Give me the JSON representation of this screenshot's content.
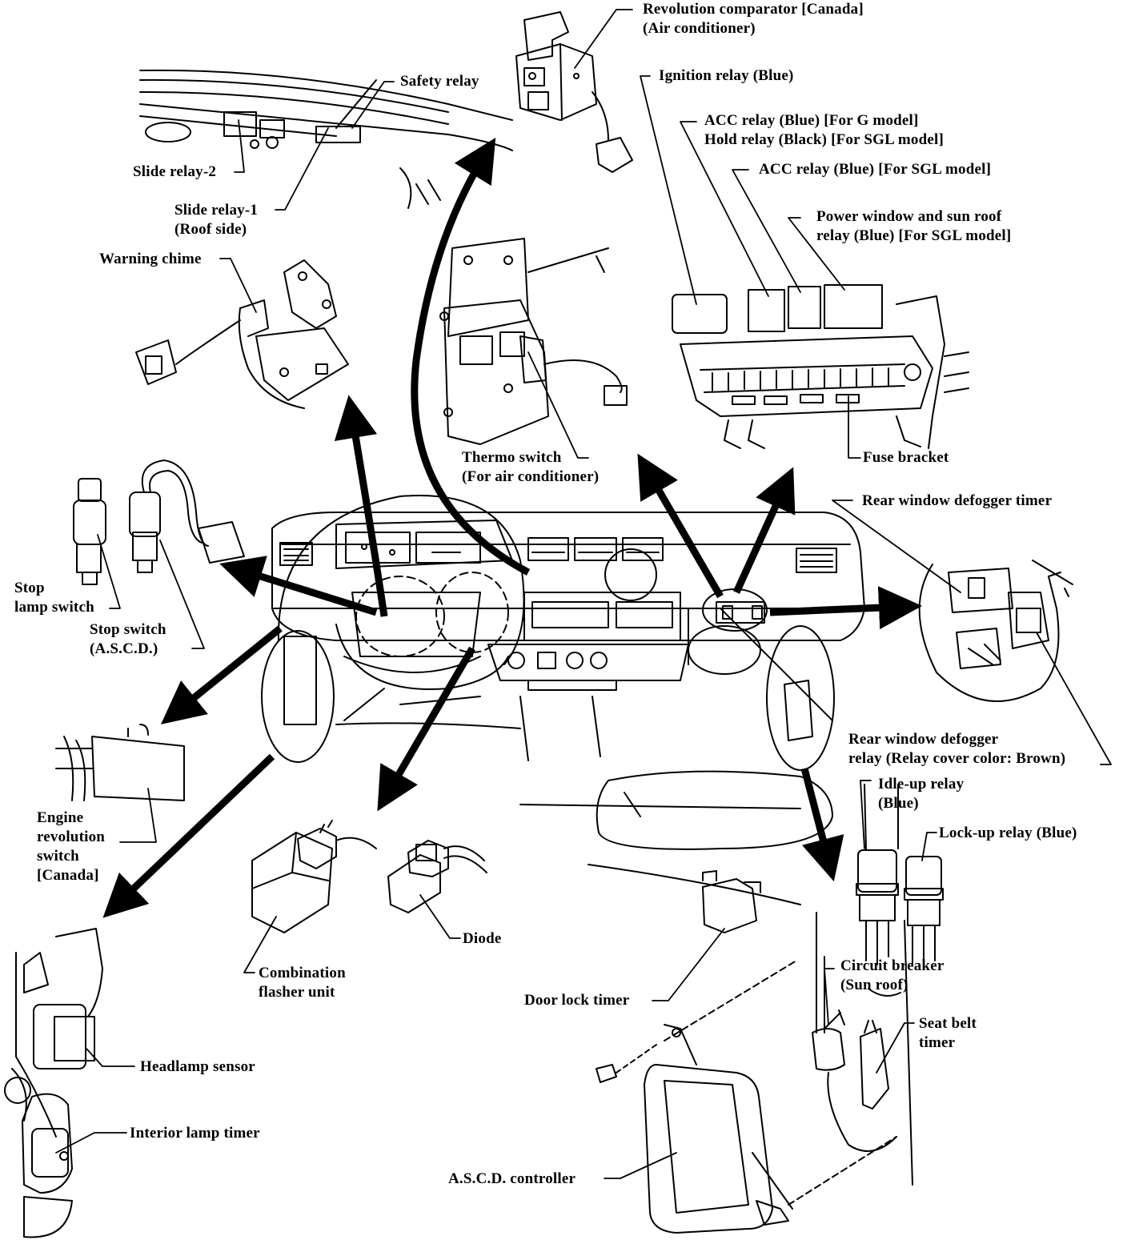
{
  "colors": {
    "ink": "#000000",
    "paper": "#ffffff"
  },
  "labels": {
    "revolution_comparator": [
      "Revolution comparator [Canada]",
      "(Air conditioner)"
    ],
    "safety_relay": "Safety relay",
    "ignition_relay": "Ignition relay (Blue)",
    "acc_hold_relay": [
      "ACC relay (Blue) [For G model]",
      "Hold relay (Black) [For SGL model]"
    ],
    "acc_relay_sgl": "ACC relay (Blue) [For SGL model]",
    "power_window_relay": [
      "Power window and sun roof",
      "relay (Blue) [For SGL model]"
    ],
    "slide_relay_2": "Slide relay-2",
    "slide_relay_1": [
      "Slide relay-1",
      "(Roof side)"
    ],
    "warning_chime": "Warning chime",
    "thermo_switch": [
      "Thermo switch",
      "(For air conditioner)"
    ],
    "fuse_bracket": "Fuse bracket",
    "rear_defogger_timer": "Rear window defogger timer",
    "stop_lamp_switch": [
      "Stop",
      "lamp switch"
    ],
    "stop_switch_ascd": [
      "Stop switch",
      "(A.S.C.D.)"
    ],
    "rear_defogger_relay": [
      "Rear window defogger",
      "relay (Relay cover color:  Brown)"
    ],
    "idle_up_relay": [
      "Idle-up relay",
      "(Blue)"
    ],
    "lock_up_relay": "Lock-up relay (Blue)",
    "engine_revolution_switch": [
      "Engine",
      "revolution",
      "switch",
      "[Canada]"
    ],
    "combination_flasher": [
      "Combination",
      "flasher unit"
    ],
    "diode": "Diode",
    "door_lock_timer": "Door lock timer",
    "circuit_breaker": [
      "Circuit breaker",
      "(Sun roof)"
    ],
    "seat_belt_timer": [
      "Seat belt",
      "timer"
    ],
    "headlamp_sensor": "Headlamp sensor",
    "interior_lamp_timer": "Interior lamp timer",
    "ascd_controller": "A.S.C.D. controller"
  }
}
